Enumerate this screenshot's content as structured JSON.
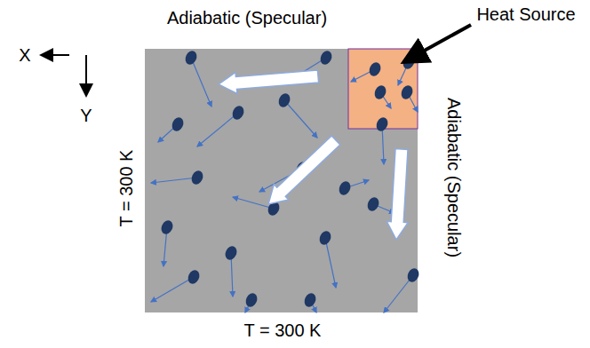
{
  "diagram": {
    "labels": [
      "Adiabatic (Specular)",
      "Heat Source",
      "X",
      "Y",
      "T = 300 K",
      "Adiabatic (Specular)",
      "T = 300 K"
    ]
  }
}
